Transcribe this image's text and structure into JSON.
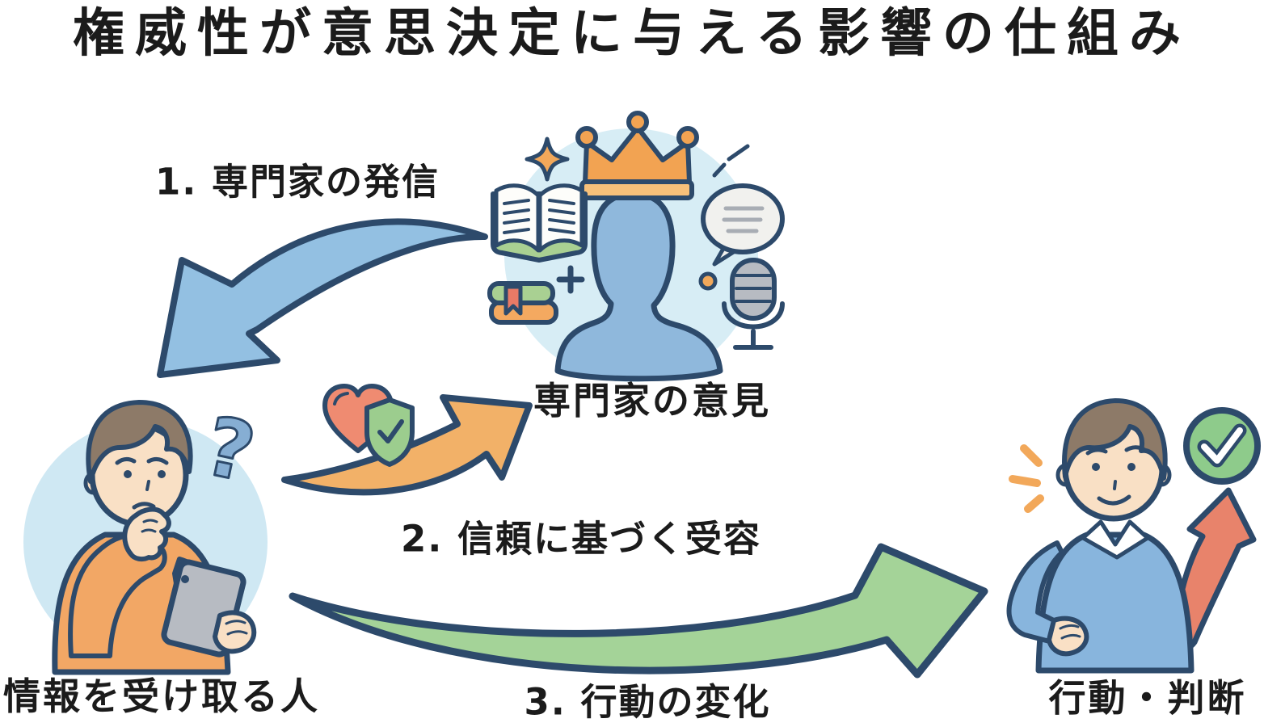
{
  "title": "権威性が意思決定に与える影響の仕組み",
  "labels": {
    "step1": "1. 専門家の発信",
    "step2": "2. 信頼に基づく受容",
    "step3": "3. 行動の変化",
    "expert": "専門家の意見",
    "receiver": "情報を受け取る人",
    "outcome": "行動・判断"
  },
  "icons": {
    "expert_area": [
      "crown-icon",
      "open-book-icon",
      "books-stack-icon",
      "plus-icon",
      "sparkle-icon",
      "speech-bubble-icon",
      "microphone-icon"
    ],
    "receiver_area": [
      "question-mark-icon",
      "tablet-icon"
    ],
    "trust_area": [
      "heart-icon",
      "shield-check-icon"
    ],
    "outcome_area": [
      "check-circle-icon",
      "rising-arrow-icon",
      "emphasis-dashes-icon"
    ]
  },
  "colors": {
    "navy": "#2d4a6b",
    "arrow-blue": "#93c0e2",
    "arrow-orange": "#f2b168",
    "arrow-green": "#a4d398",
    "arrow-red": "#e8836b",
    "circle-bg": "#d7edf5",
    "receiver-circle-bg": "#cfe8f3",
    "silhouette": "#8fb8dc",
    "crown": "#f2a352",
    "crown-band": "#f7c07a",
    "accent-orange": "#f2a85a",
    "book-green": "#a9d092",
    "book-orange": "#f4a960",
    "bookmark-red": "#e87a66",
    "bubble": "#f1f1ee",
    "bubble-line": "#a8adb4",
    "grey": "#b7bbc2",
    "heart": "#ef8b71",
    "shield": "#9ccd8e",
    "check-green": "#8ecb8b",
    "skin": "#f9e0c5",
    "hair": "#8d7a68",
    "sweater-orange": "#f2a765",
    "sweater-blue": "#88b5dd",
    "qmark-blue": "#86aed3",
    "text": "#1b1b1b"
  }
}
